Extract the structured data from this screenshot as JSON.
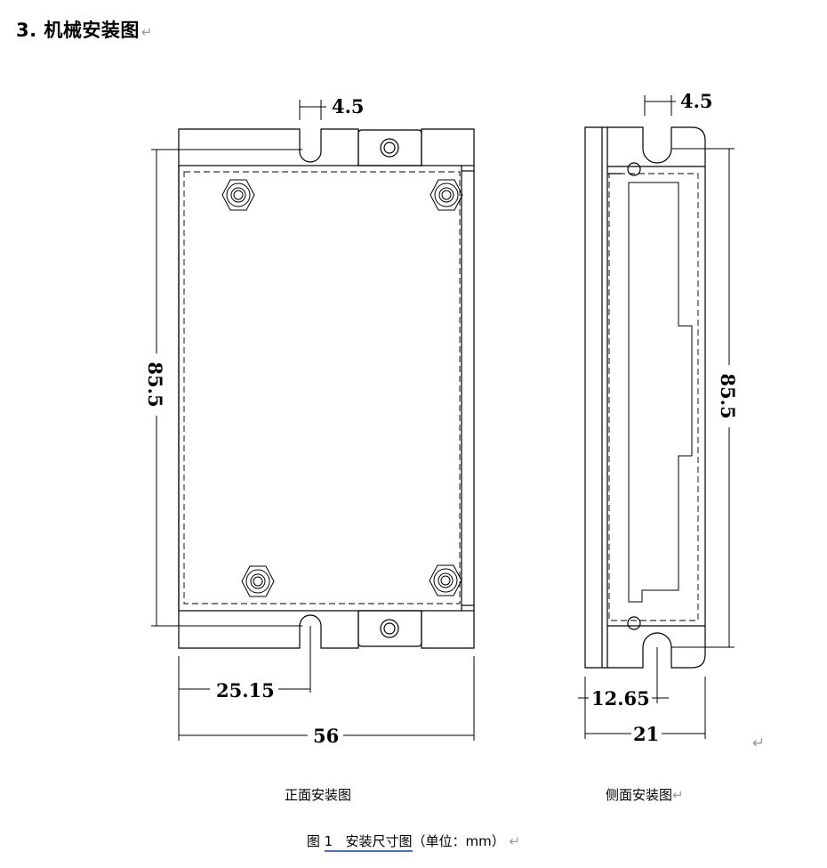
{
  "heading": "3. 机械安装图",
  "paragraph_mark": "↵",
  "dimensions": {
    "front_slot_width": "4.5",
    "front_height": "85.5",
    "front_slot_offset": "25.15",
    "front_width": "56",
    "side_slot_width": "4.5",
    "side_height": "85.5",
    "side_slot_offset": "12.65",
    "side_depth": "21"
  },
  "labels": {
    "front_view": "正面安装图",
    "side_view": "侧面安装图"
  },
  "caption": {
    "prefix": "图",
    "number": "1",
    "title": "安装尺寸图",
    "unit": "（单位：mm）"
  }
}
